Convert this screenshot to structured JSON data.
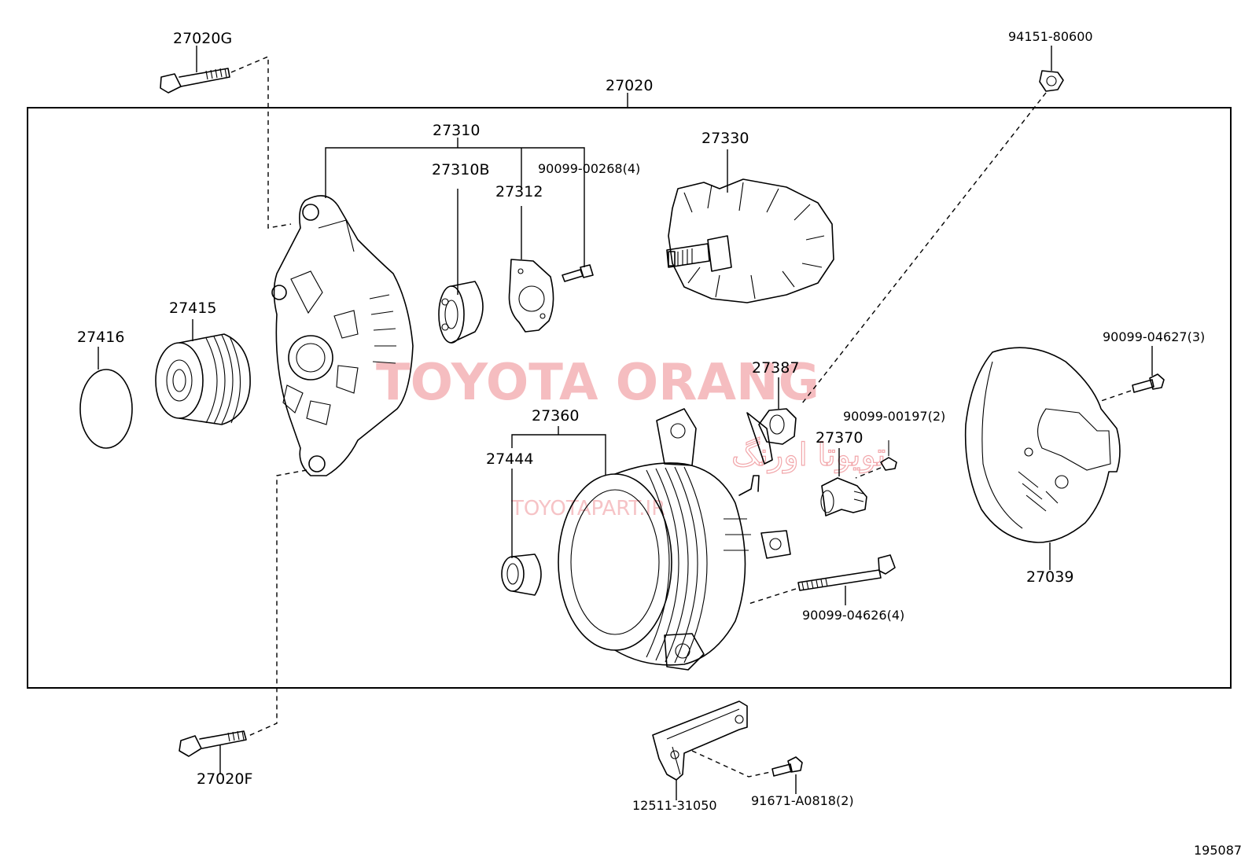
{
  "diagram_id": "195087",
  "watermark": {
    "main": "TOYOTA ORANG",
    "arabic": "تویوتا اورنگ",
    "sub": "TOYOTAPART.IR"
  },
  "labels": {
    "assembly": "27020",
    "bolt_top": "27020G",
    "bolt_bottom": "27020F",
    "frame": "27310",
    "bearing": "27310B",
    "retainer": "27312",
    "retainer_screw": "90099-00268(4)",
    "rotor": "27330",
    "nut": "94151-80600",
    "cap": "27416",
    "pulley": "27415",
    "brush": "27387",
    "stator": "27360",
    "collar": "27444",
    "plug": "27370",
    "plug_screw": "90099-00197(2)",
    "cover_screw": "90099-04627(3)",
    "rear_cover": "27039",
    "through_bolt": "90099-04626(4)",
    "bracket": "12511-31050",
    "bracket_bolt": "91671-A0818(2)"
  }
}
